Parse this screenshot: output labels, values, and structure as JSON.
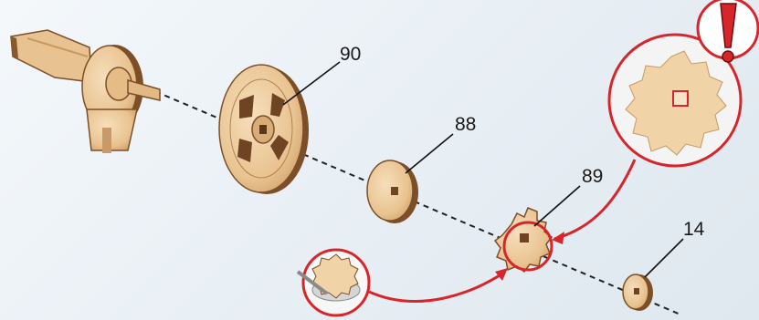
{
  "parts": [
    {
      "id": "part-90",
      "label": "90"
    },
    {
      "id": "part-88",
      "label": "88"
    },
    {
      "id": "part-89",
      "label": "89"
    },
    {
      "id": "part-14",
      "label": "14"
    }
  ],
  "icons": {
    "warning": "exclamation-icon",
    "glue": "glue-application-icon"
  },
  "colors": {
    "wood_light": "#f1d3a8",
    "wood_mid": "#dcb07c",
    "wood_dark": "#8a5a2e",
    "highlight_red": "#d7262b",
    "axis_line": "#222222"
  }
}
